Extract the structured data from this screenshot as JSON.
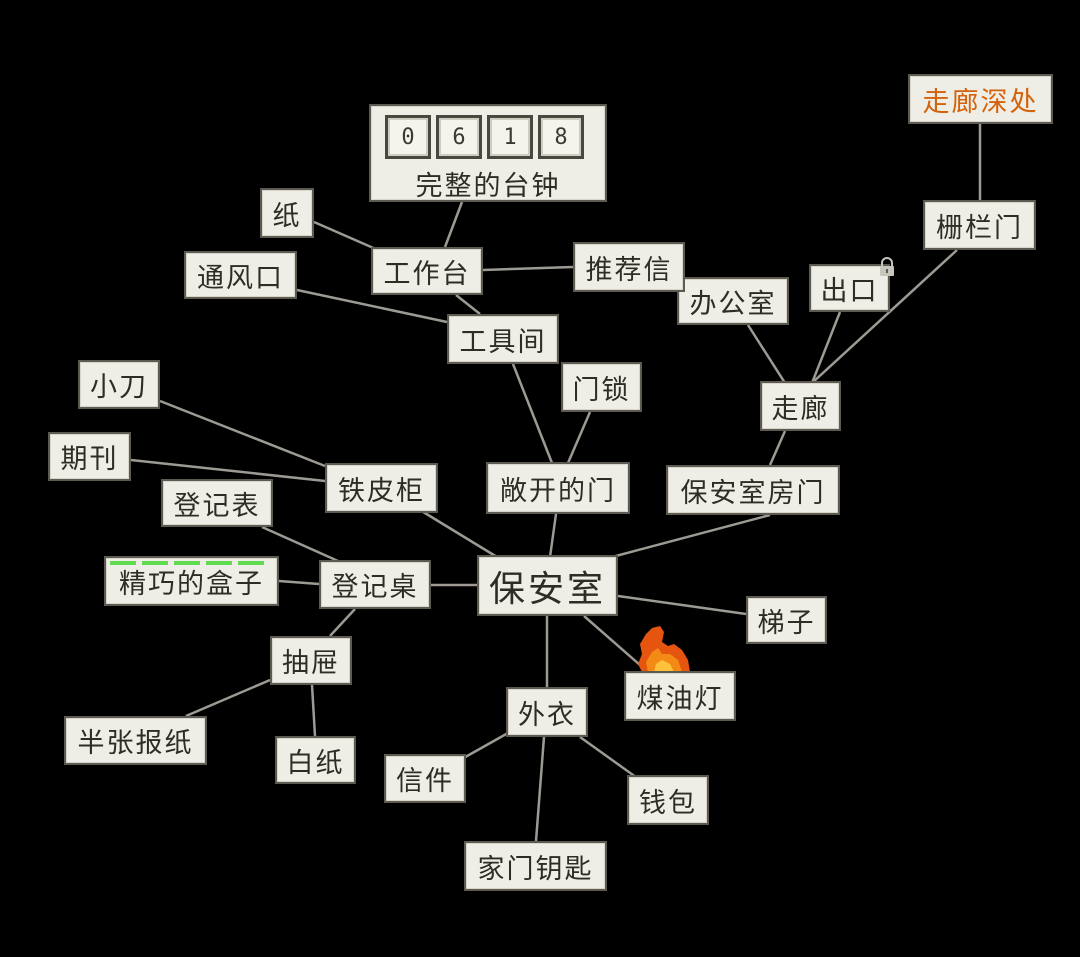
{
  "clock": {
    "digits": [
      "0",
      "6",
      "1",
      "8"
    ],
    "label": "完整的台钟"
  },
  "nodes": {
    "corridor_deep": "走廊深处",
    "fence_door": "栅栏门",
    "exit": "出口",
    "office": "办公室",
    "corridor": "走廊",
    "security_door": "保安室房门",
    "paper": "纸",
    "workbench": "工作台",
    "letter": "推荐信",
    "vent": "通风口",
    "tool_room": "工具间",
    "door_lock": "门锁",
    "knife": "小刀",
    "journal": "期刊",
    "tin_cabinet": "铁皮柜",
    "open_door": "敞开的门",
    "register_form": "登记表",
    "box": "精巧的盒子",
    "register_desk": "登记桌",
    "security_room": "保安室",
    "ladder": "梯子",
    "drawer": "抽屉",
    "kerosene_lamp": "煤油灯",
    "coat": "外衣",
    "half_newspaper": "半张报纸",
    "white_paper": "白纸",
    "envelope": "信件",
    "wallet": "钱包",
    "house_key": "家门钥匙"
  },
  "colors": {
    "background": "#000000",
    "node_fill": "#efeee6",
    "link": "#9c9a92",
    "highlight_text": "#d4620b",
    "progress": "#5fdc4f"
  },
  "icons": {
    "lock": "padlock-icon",
    "fire": "flame-icon"
  }
}
